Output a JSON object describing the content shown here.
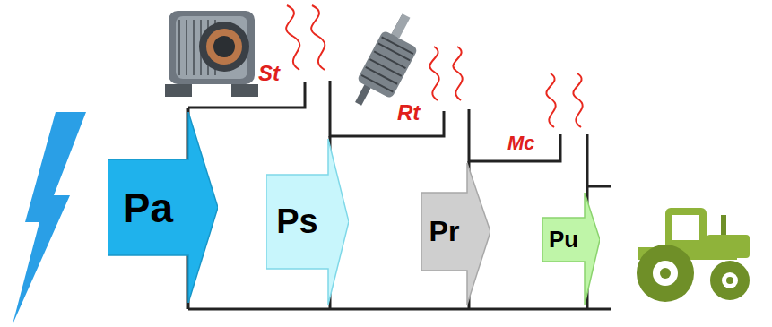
{
  "diagram": {
    "nodes": [
      {
        "text": [
          "Pa"
        ]
      },
      {
        "text": [
          "Ps"
        ]
      },
      {
        "text": [
          "Pr"
        ]
      },
      {
        "text": [
          "Pu"
        ]
      }
    ],
    "labels": [
      "St",
      "Rt",
      "Mc"
    ]
  }
}
